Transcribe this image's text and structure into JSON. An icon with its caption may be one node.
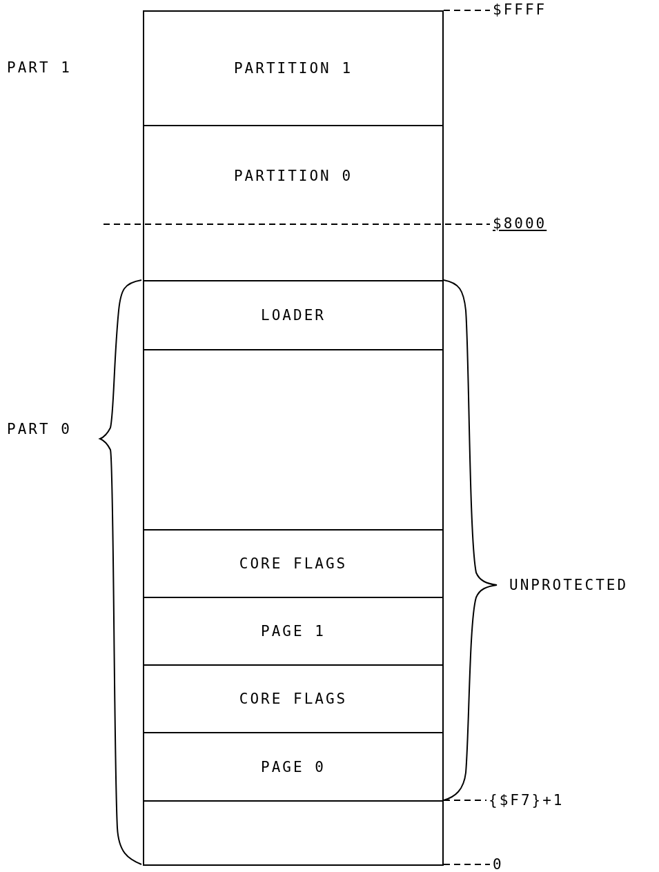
{
  "diagram": {
    "nodes": [
      {
        "text": [
          "PARTITION 1"
        ]
      },
      {
        "text": [
          "PARTITION 0"
        ]
      },
      {
        "text": [],
        "shape": "box"
      },
      {
        "text": [
          "LOADER"
        ]
      },
      {
        "text": [],
        "shape": "box"
      },
      {
        "text": [
          "CORE FLAGS"
        ]
      },
      {
        "text": [
          "PAGE 1"
        ]
      },
      {
        "text": [
          "CORE FLAGS"
        ]
      },
      {
        "text": [
          "PAGE 0"
        ]
      },
      {
        "text": [],
        "shape": "box"
      }
    ],
    "labels": [
      "$FFFF",
      "PART 1",
      "$8000",
      "PART 0",
      "UNPROTECTED",
      "{$F7}+1",
      "0"
    ]
  }
}
